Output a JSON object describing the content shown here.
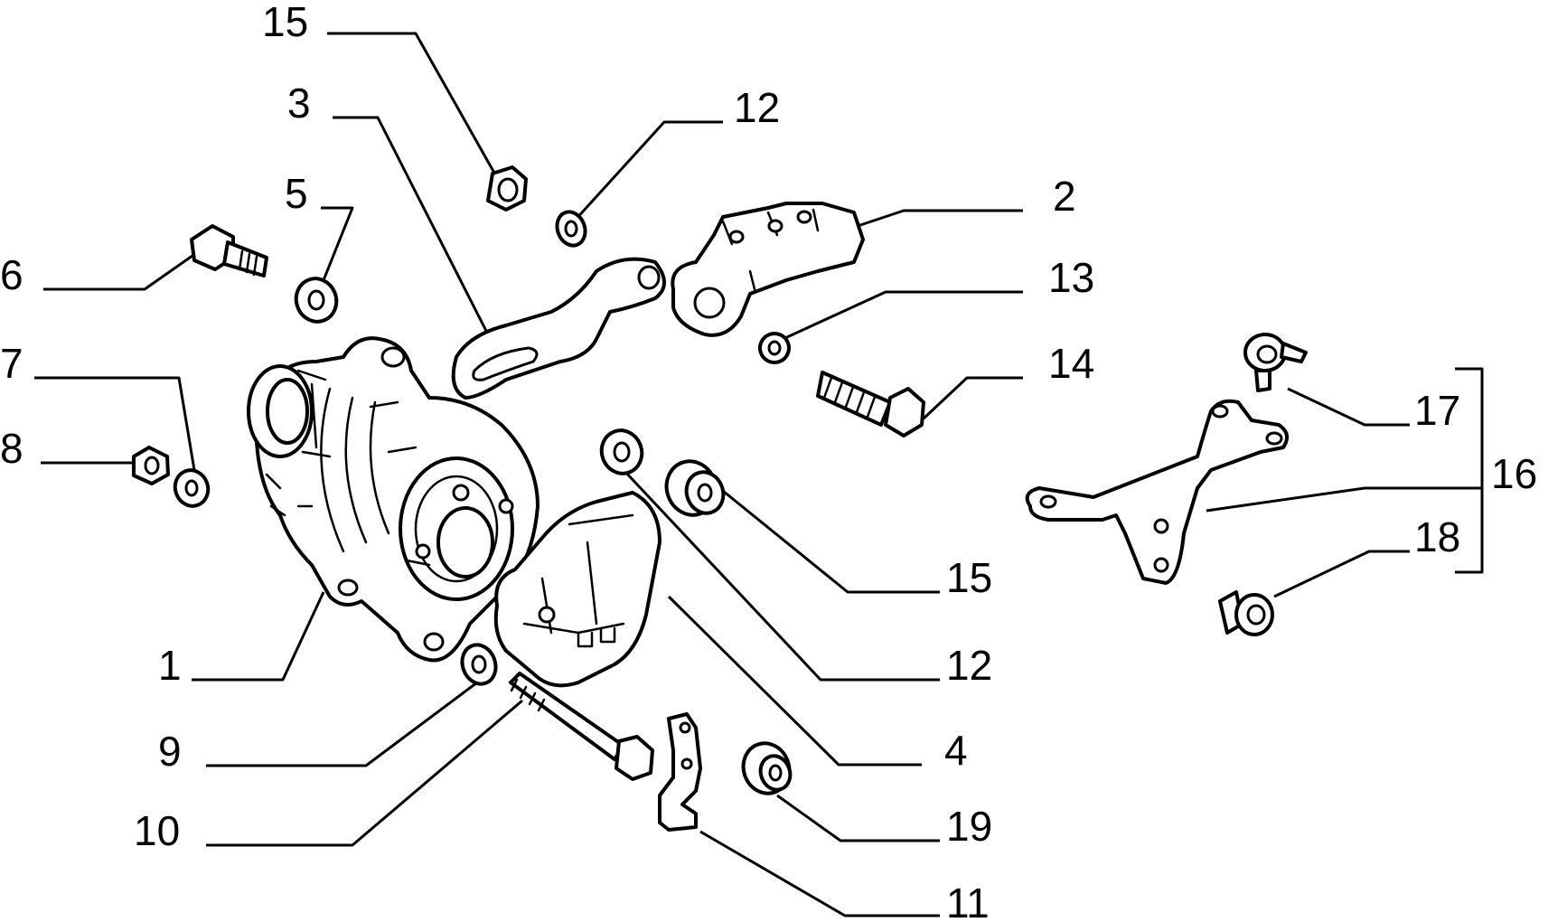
{
  "callouts": {
    "c1": "1",
    "c2": "2",
    "c3": "3",
    "c4": "4",
    "c5": "5",
    "c6": "6",
    "c7": "7",
    "c8": "8",
    "c9": "9",
    "c10": "10",
    "c11": "11",
    "c12a": "12",
    "c12b": "12",
    "c13": "13",
    "c14": "14",
    "c15a": "15",
    "c15b": "15",
    "c16": "16",
    "c17": "17",
    "c18": "18",
    "c19": "19"
  },
  "colors": {
    "ink": "#000000",
    "paper": "#ffffff"
  }
}
